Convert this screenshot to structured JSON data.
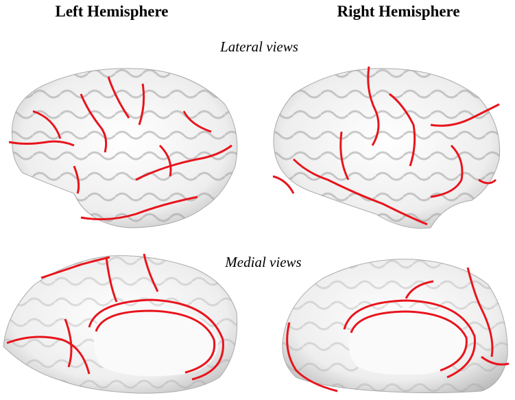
{
  "headers": {
    "left": "Left Hemisphere",
    "right": "Right Hemisphere"
  },
  "sections": {
    "lateral": "Lateral views",
    "medial": "Medial views"
  },
  "colors": {
    "boundary": "#e8141c",
    "surface_light": "#ffffff",
    "surface_dark": "#555555"
  }
}
